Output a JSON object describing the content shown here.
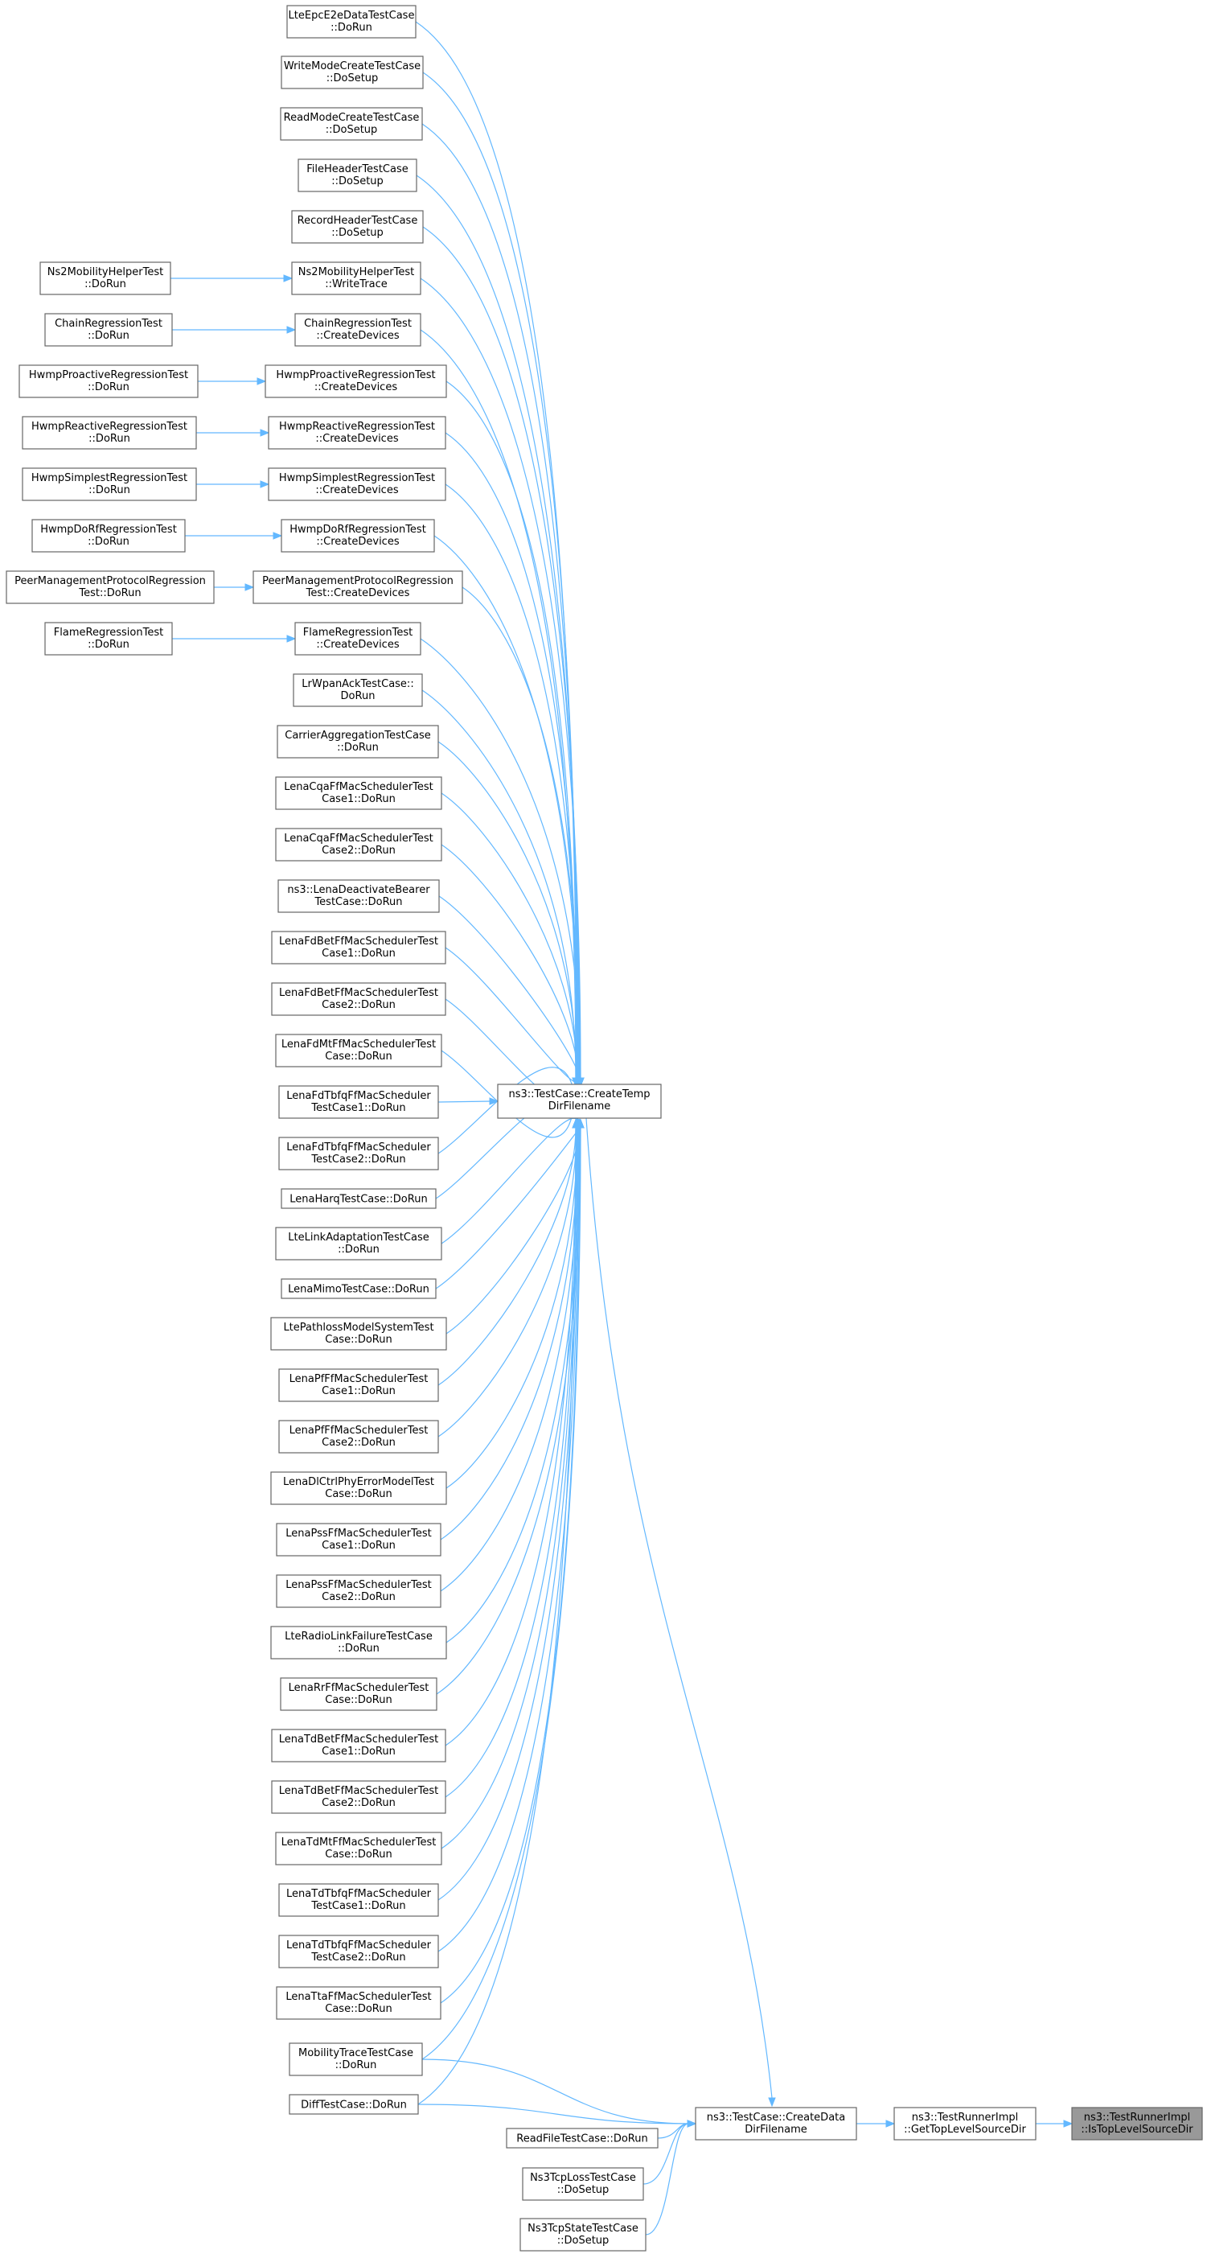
{
  "colors": {
    "edge": "#63b8ff",
    "node_border": "#666666",
    "root_fill": "#999999"
  },
  "nodes": [
    {
      "id": "n_root",
      "lines": [
        "ns3::TestRunnerImpl",
        "::IsTopLevelSourceDir"
      ]
    },
    {
      "id": "n_gettop",
      "lines": [
        "ns3::TestRunnerImpl",
        "::GetTopLevelSourceDir"
      ]
    },
    {
      "id": "n_createdata",
      "lines": [
        "ns3::TestCase::CreateData",
        "DirFilename"
      ]
    },
    {
      "id": "n_createtemp",
      "lines": [
        "ns3::TestCase::CreateTemp",
        "DirFilename"
      ]
    },
    {
      "id": "n_readfile",
      "lines": [
        "ReadFileTestCase::DoRun"
      ]
    },
    {
      "id": "n_tcploss",
      "lines": [
        "Ns3TcpLossTestCase",
        "::DoSetup"
      ]
    },
    {
      "id": "n_tcpstate",
      "lines": [
        "Ns3TcpStateTestCase",
        "::DoSetup"
      ]
    },
    {
      "id": "n_mobtrace",
      "lines": [
        "MobilityTraceTestCase",
        "::DoRun"
      ]
    },
    {
      "id": "n_diff",
      "lines": [
        "DiffTestCase::DoRun"
      ]
    },
    {
      "id": "n_lteepc",
      "lines": [
        "LteEpcE2eDataTestCase",
        "::DoRun"
      ]
    },
    {
      "id": "n_writemode",
      "lines": [
        "WriteModeCreateTestCase",
        "::DoSetup"
      ]
    },
    {
      "id": "n_readmode",
      "lines": [
        "ReadModeCreateTestCase",
        "::DoSetup"
      ]
    },
    {
      "id": "n_fileheader",
      "lines": [
        "FileHeaderTestCase",
        "::DoSetup"
      ]
    },
    {
      "id": "n_recordheader",
      "lines": [
        "RecordHeaderTestCase",
        "::DoSetup"
      ]
    },
    {
      "id": "n_ns2writetrace",
      "lines": [
        "Ns2MobilityHelperTest",
        "::WriteTrace"
      ]
    },
    {
      "id": "n_ns2dorun",
      "lines": [
        "Ns2MobilityHelperTest",
        "::DoRun"
      ]
    },
    {
      "id": "n_chaincd",
      "lines": [
        "ChainRegressionTest",
        "::CreateDevices"
      ]
    },
    {
      "id": "n_chaindorun",
      "lines": [
        "ChainRegressionTest",
        "::DoRun"
      ]
    },
    {
      "id": "n_hwmpprocd",
      "lines": [
        "HwmpProactiveRegressionTest",
        "::CreateDevices"
      ]
    },
    {
      "id": "n_hwmpprorun",
      "lines": [
        "HwmpProactiveRegressionTest",
        "::DoRun"
      ]
    },
    {
      "id": "n_hwmpreacd",
      "lines": [
        "HwmpReactiveRegressionTest",
        "::CreateDevices"
      ]
    },
    {
      "id": "n_hwmpreadorun",
      "lines": [
        "HwmpReactiveRegressionTest",
        "::DoRun"
      ]
    },
    {
      "id": "n_hwmpsimcd",
      "lines": [
        "HwmpSimplestRegressionTest",
        "::CreateDevices"
      ]
    },
    {
      "id": "n_hwmpsimrun",
      "lines": [
        "HwmpSimplestRegressionTest",
        "::DoRun"
      ]
    },
    {
      "id": "n_hwmpdorfcd",
      "lines": [
        "HwmpDoRfRegressionTest",
        "::CreateDevices"
      ]
    },
    {
      "id": "n_hwmpdorfrun",
      "lines": [
        "HwmpDoRfRegressionTest",
        "::DoRun"
      ]
    },
    {
      "id": "n_peercd",
      "lines": [
        "PeerManagementProtocolRegression",
        "Test::CreateDevices"
      ]
    },
    {
      "id": "n_peerrun",
      "lines": [
        "PeerManagementProtocolRegression",
        "Test::DoRun"
      ]
    },
    {
      "id": "n_flamecd",
      "lines": [
        "FlameRegressionTest",
        "::CreateDevices"
      ]
    },
    {
      "id": "n_flamerun",
      "lines": [
        "FlameRegressionTest",
        "::DoRun"
      ]
    },
    {
      "id": "n_lrwpan",
      "lines": [
        "LrWpanAckTestCase::",
        "DoRun"
      ]
    },
    {
      "id": "n_carrier",
      "lines": [
        "CarrierAggregationTestCase",
        "::DoRun"
      ]
    },
    {
      "id": "n_cqa1",
      "lines": [
        "LenaCqaFfMacSchedulerTest",
        "Case1::DoRun"
      ]
    },
    {
      "id": "n_cqa2",
      "lines": [
        "LenaCqaFfMacSchedulerTest",
        "Case2::DoRun"
      ]
    },
    {
      "id": "n_deact",
      "lines": [
        "ns3::LenaDeactivateBearer",
        "TestCase::DoRun"
      ]
    },
    {
      "id": "n_fdbet1",
      "lines": [
        "LenaFdBetFfMacSchedulerTest",
        "Case1::DoRun"
      ]
    },
    {
      "id": "n_fdbet2",
      "lines": [
        "LenaFdBetFfMacSchedulerTest",
        "Case2::DoRun"
      ]
    },
    {
      "id": "n_fdmt",
      "lines": [
        "LenaFdMtFfMacSchedulerTest",
        "Case::DoRun"
      ]
    },
    {
      "id": "n_fdtbfq1",
      "lines": [
        "LenaFdTbfqFfMacScheduler",
        "TestCase1::DoRun"
      ]
    },
    {
      "id": "n_fdtbfq2",
      "lines": [
        "LenaFdTbfqFfMacScheduler",
        "TestCase2::DoRun"
      ]
    },
    {
      "id": "n_harq",
      "lines": [
        "LenaHarqTestCase::DoRun"
      ]
    },
    {
      "id": "n_linkadapt",
      "lines": [
        "LteLinkAdaptationTestCase",
        "::DoRun"
      ]
    },
    {
      "id": "n_mimo",
      "lines": [
        "LenaMimoTestCase::DoRun"
      ]
    },
    {
      "id": "n_pathloss",
      "lines": [
        "LtePathlossModelSystemTest",
        "Case::DoRun"
      ]
    },
    {
      "id": "n_pf1",
      "lines": [
        "LenaPfFfMacSchedulerTest",
        "Case1::DoRun"
      ]
    },
    {
      "id": "n_pf2",
      "lines": [
        "LenaPfFfMacSchedulerTest",
        "Case2::DoRun"
      ]
    },
    {
      "id": "n_dlctrl",
      "lines": [
        "LenaDlCtrlPhyErrorModelTest",
        "Case::DoRun"
      ]
    },
    {
      "id": "n_pss1",
      "lines": [
        "LenaPssFfMacSchedulerTest",
        "Case1::DoRun"
      ]
    },
    {
      "id": "n_pss2",
      "lines": [
        "LenaPssFfMacSchedulerTest",
        "Case2::DoRun"
      ]
    },
    {
      "id": "n_rlf",
      "lines": [
        "LteRadioLinkFailureTestCase",
        "::DoRun"
      ]
    },
    {
      "id": "n_rr",
      "lines": [
        "LenaRrFfMacSchedulerTest",
        "Case::DoRun"
      ]
    },
    {
      "id": "n_tdbet1",
      "lines": [
        "LenaTdBetFfMacSchedulerTest",
        "Case1::DoRun"
      ]
    },
    {
      "id": "n_tdbet2",
      "lines": [
        "LenaTdBetFfMacSchedulerTest",
        "Case2::DoRun"
      ]
    },
    {
      "id": "n_tdmt",
      "lines": [
        "LenaTdMtFfMacSchedulerTest",
        "Case::DoRun"
      ]
    },
    {
      "id": "n_tdtbfq1",
      "lines": [
        "LenaTdTbfqFfMacScheduler",
        "TestCase1::DoRun"
      ]
    },
    {
      "id": "n_tdtbfq2",
      "lines": [
        "LenaTdTbfqFfMacScheduler",
        "TestCase2::DoRun"
      ]
    },
    {
      "id": "n_tta",
      "lines": [
        "LenaTtaFfMacSchedulerTest",
        "Case::DoRun"
      ]
    }
  ],
  "edges": [
    [
      "n_gettop",
      "n_root"
    ],
    [
      "n_createdata",
      "n_gettop"
    ],
    [
      "n_readfile",
      "n_createdata"
    ],
    [
      "n_tcploss",
      "n_createdata"
    ],
    [
      "n_tcpstate",
      "n_createdata"
    ],
    [
      "n_mobtrace",
      "n_createdata"
    ],
    [
      "n_diff",
      "n_createdata"
    ],
    [
      "n_createtemp",
      "n_createdata"
    ],
    [
      "n_lteepc",
      "n_createtemp"
    ],
    [
      "n_writemode",
      "n_createtemp"
    ],
    [
      "n_readmode",
      "n_createtemp"
    ],
    [
      "n_fileheader",
      "n_createtemp"
    ],
    [
      "n_recordheader",
      "n_createtemp"
    ],
    [
      "n_ns2writetrace",
      "n_createtemp"
    ],
    [
      "n_chaincd",
      "n_createtemp"
    ],
    [
      "n_hwmpprocd",
      "n_createtemp"
    ],
    [
      "n_hwmpreacd",
      "n_createtemp"
    ],
    [
      "n_hwmpsimcd",
      "n_createtemp"
    ],
    [
      "n_hwmpdorfcd",
      "n_createtemp"
    ],
    [
      "n_peercd",
      "n_createtemp"
    ],
    [
      "n_flamecd",
      "n_createtemp"
    ],
    [
      "n_lrwpan",
      "n_createtemp"
    ],
    [
      "n_carrier",
      "n_createtemp"
    ],
    [
      "n_cqa1",
      "n_createtemp"
    ],
    [
      "n_cqa2",
      "n_createtemp"
    ],
    [
      "n_deact",
      "n_createtemp"
    ],
    [
      "n_fdbet1",
      "n_createtemp"
    ],
    [
      "n_fdbet2",
      "n_createtemp"
    ],
    [
      "n_fdmt",
      "n_createtemp"
    ],
    [
      "n_fdtbfq1",
      "n_createtemp"
    ],
    [
      "n_fdtbfq2",
      "n_createtemp"
    ],
    [
      "n_harq",
      "n_createtemp"
    ],
    [
      "n_linkadapt",
      "n_createtemp"
    ],
    [
      "n_mimo",
      "n_createtemp"
    ],
    [
      "n_pathloss",
      "n_createtemp"
    ],
    [
      "n_pf1",
      "n_createtemp"
    ],
    [
      "n_pf2",
      "n_createtemp"
    ],
    [
      "n_dlctrl",
      "n_createtemp"
    ],
    [
      "n_pss1",
      "n_createtemp"
    ],
    [
      "n_pss2",
      "n_createtemp"
    ],
    [
      "n_rlf",
      "n_createtemp"
    ],
    [
      "n_rr",
      "n_createtemp"
    ],
    [
      "n_tdbet1",
      "n_createtemp"
    ],
    [
      "n_tdbet2",
      "n_createtemp"
    ],
    [
      "n_tdmt",
      "n_createtemp"
    ],
    [
      "n_tdtbfq1",
      "n_createtemp"
    ],
    [
      "n_tdtbfq2",
      "n_createtemp"
    ],
    [
      "n_tta",
      "n_createtemp"
    ],
    [
      "n_mobtrace",
      "n_createtemp"
    ],
    [
      "n_diff",
      "n_createtemp"
    ],
    [
      "n_ns2dorun",
      "n_ns2writetrace"
    ],
    [
      "n_chaindorun",
      "n_chaincd"
    ],
    [
      "n_hwmpprorun",
      "n_hwmpprocd"
    ],
    [
      "n_hwmpreadorun",
      "n_hwmpreacd"
    ],
    [
      "n_hwmpsimrun",
      "n_hwmpsimcd"
    ],
    [
      "n_hwmpdorfrun",
      "n_hwmpdorfcd"
    ],
    [
      "n_peerrun",
      "n_peercd"
    ],
    [
      "n_flamerun",
      "n_flamecd"
    ]
  ]
}
